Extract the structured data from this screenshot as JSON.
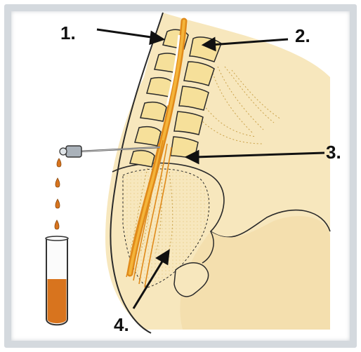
{
  "labels": {
    "l1": "1.",
    "l2": "2.",
    "l3": "3.",
    "l4": "4."
  },
  "colors": {
    "skin": "#f7e7bd",
    "skin_dark": "#f0d79c",
    "vertebra": "#f6e09a",
    "cord": "#e08a1a",
    "cord_light": "#f4b43a",
    "fluid": "#d8741e",
    "outline": "#2a2a2a"
  }
}
